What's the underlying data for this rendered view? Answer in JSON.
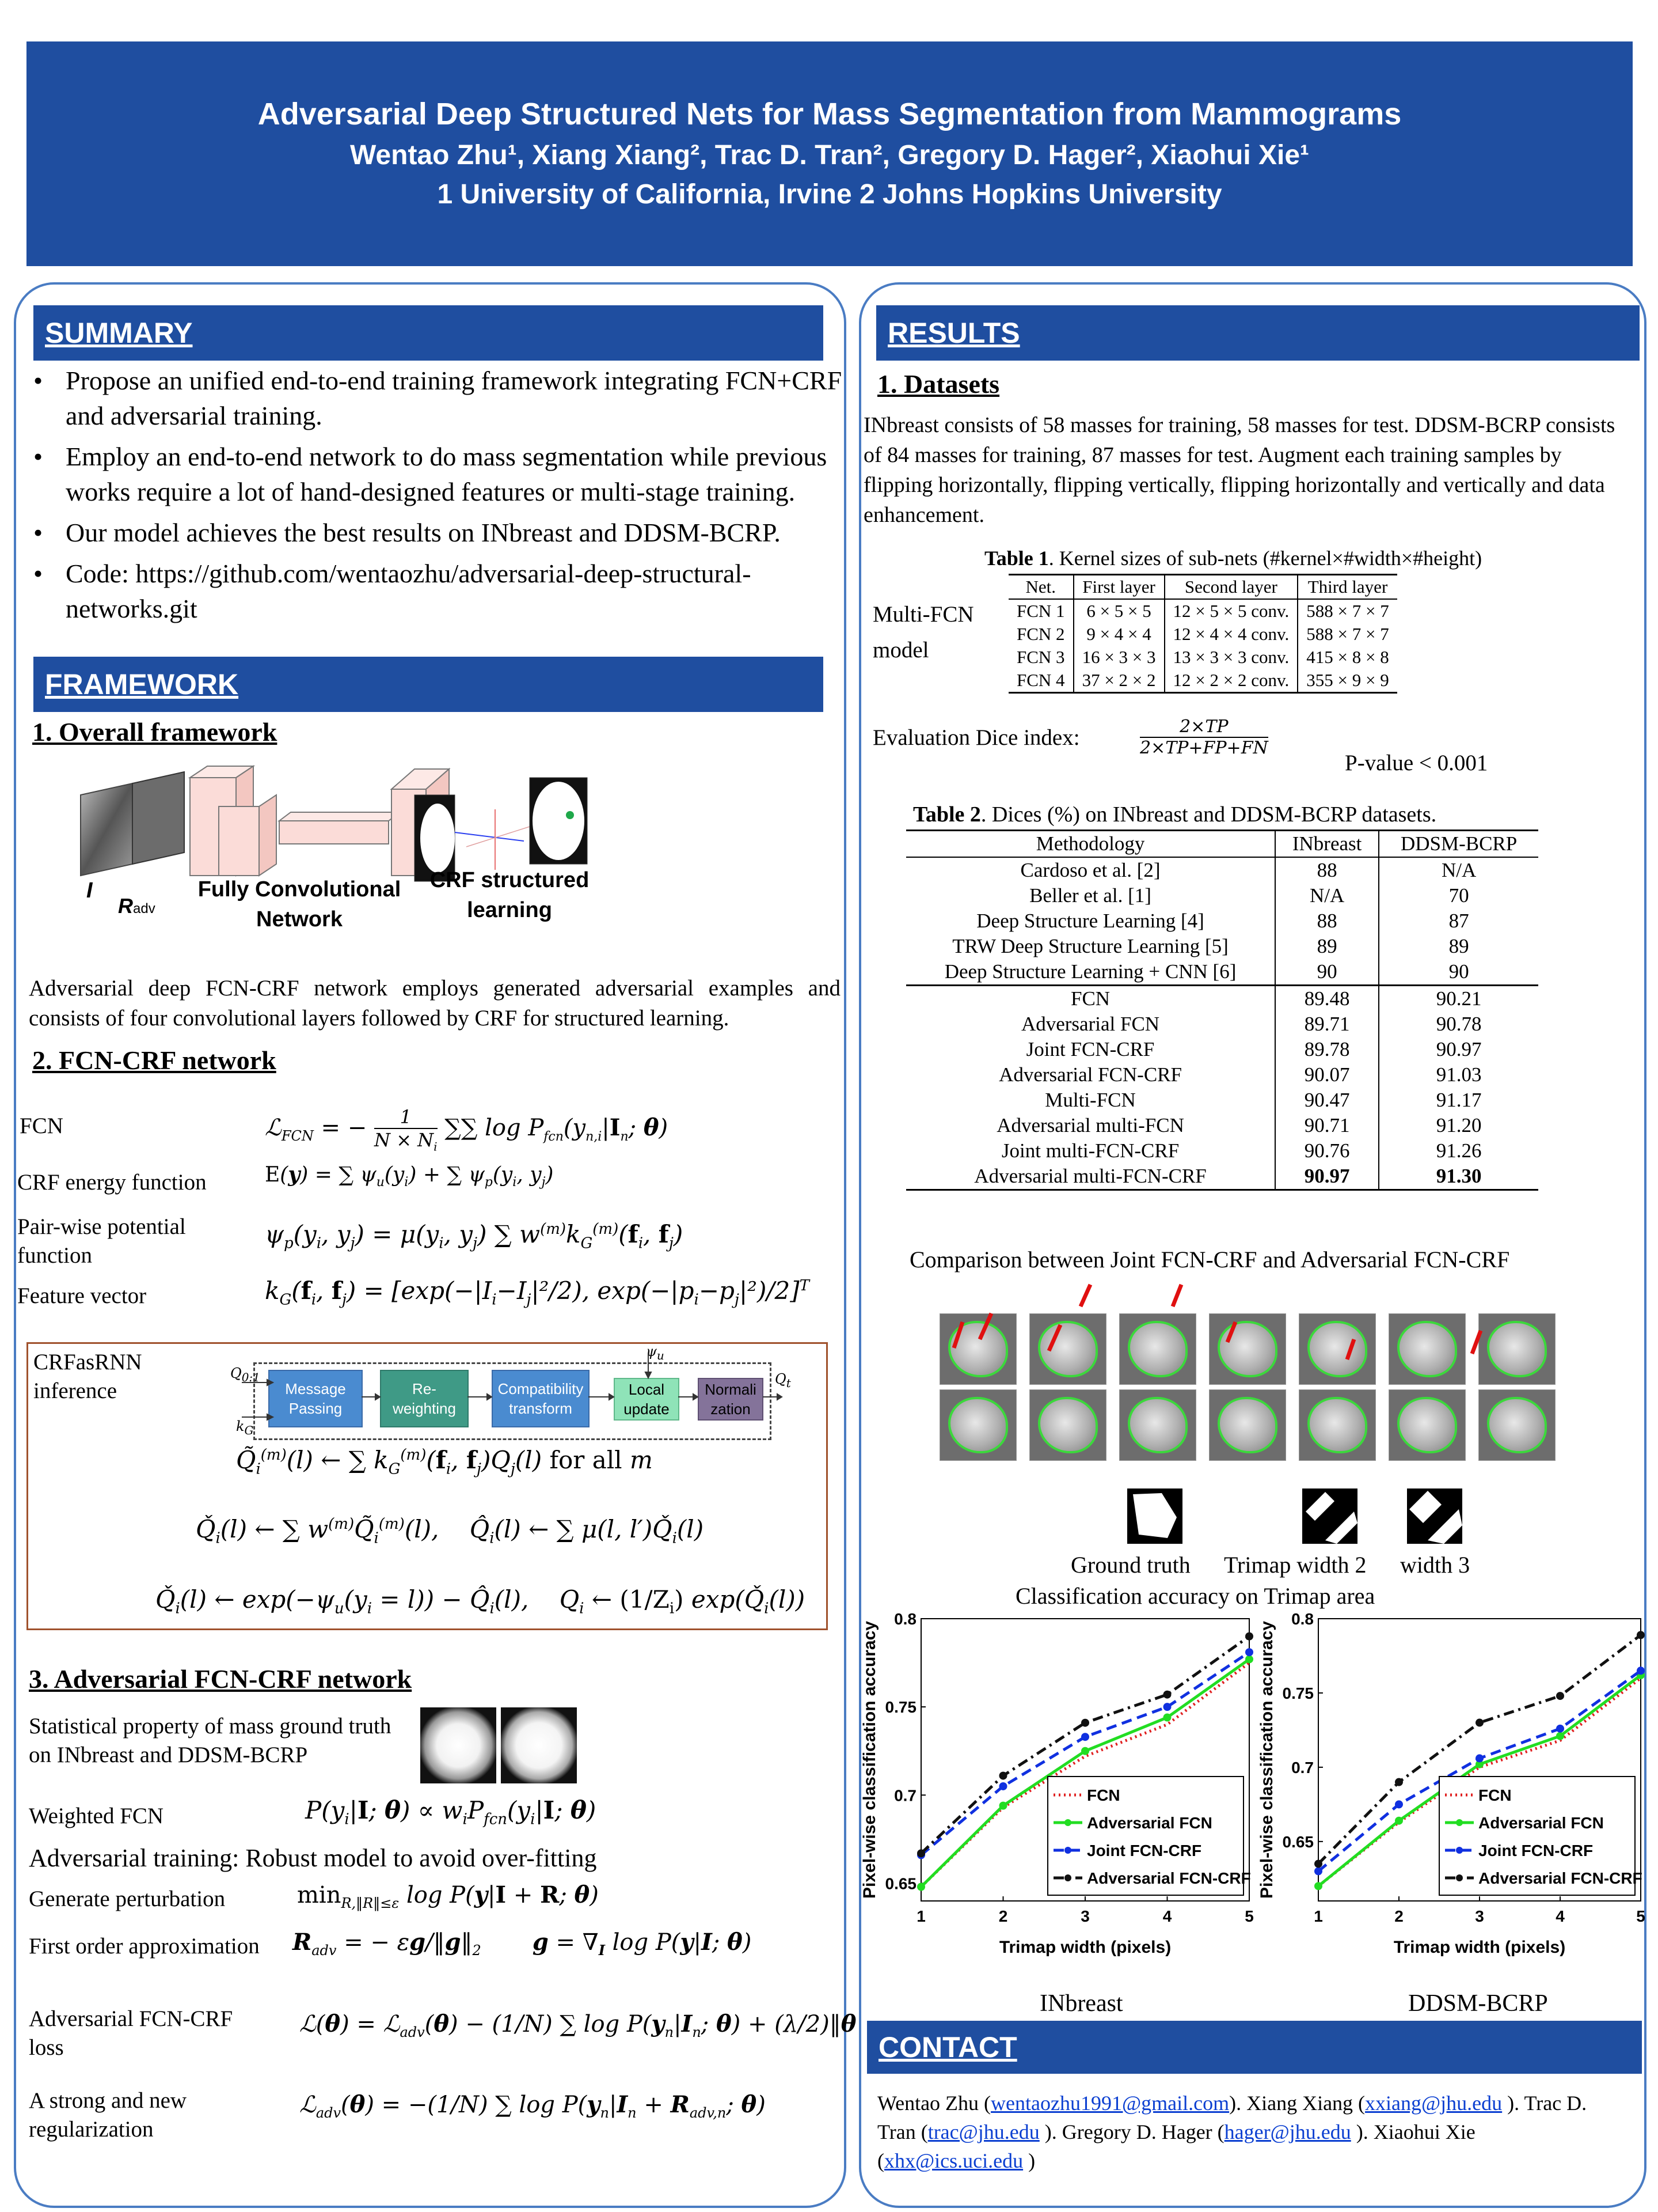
{
  "header": {
    "title": "Adversarial Deep Structured Nets for Mass Segmentation from Mammograms",
    "authors": "Wentao Zhu¹, Xiang Xiang², Trac D. Tran², Gregory D. Hager², Xiaohui Xie¹",
    "affiliations": "1 University of California, Irvine 2 Johns Hopkins University"
  },
  "summary": {
    "heading": "SUMMARY",
    "bullets": [
      "Propose an unified end-to-end training framework integrating FCN+CRF and adversarial training.",
      "Employ an end-to-end network to do mass segmentation while previous works require a lot of hand-designed features or multi-stage training.",
      "Our model achieves the best results on INbreast and DDSM-BCRP.",
      "Code: https://github.com/wentaozhu/adversarial-deep-structural-networks.git"
    ]
  },
  "framework": {
    "heading": "FRAMEWORK",
    "sub1": "1. Overall framework",
    "label_i": "I",
    "label_radv": "R",
    "label_radv_sub": "adv",
    "label_fcn": "Fully Convolutional Network",
    "label_crf": "CRF structured learning",
    "desc": "Adversarial deep FCN-CRF network employs generated adversarial examples and consists of four convolutional layers followed by CRF for structured learning.",
    "sub2": "2. FCN-CRF network",
    "eq_labels": [
      "FCN",
      "CRF energy function",
      "Pair-wise potential function",
      "Feature vector"
    ],
    "crfasrnn_label": "CRFasRNN inference",
    "crf_boxes": [
      "Message Passing",
      "Re-weighting",
      "Compatibility transform",
      "Local update",
      "Normali zation"
    ],
    "sub3": "3. Adversarial FCN-CRF network",
    "stat_text": "Statistical property of mass ground truth on INbreast and  DDSM-BCRP",
    "weighted_fcn": "Weighted FCN",
    "adv_training": "Adversarial training: Robust model to avoid over-fitting",
    "gen_pert": "Generate perturbation",
    "first_order": "First order approximation",
    "adv_loss": "Adversarial FCN-CRF loss",
    "strong_reg": "A strong and new regularization"
  },
  "results": {
    "heading": "RESULTS",
    "sub1": "1. Datasets",
    "datasets_text": "INbreast consists of 58 masses for training, 58 masses for test. DDSM-BCRP consists of 84 masses for training, 87 masses for test. Augment each training samples by flipping horizontally, flipping vertically, flipping horizontally and vertically and data enhancement.",
    "table1_caption_bold": "Table 1",
    "table1_caption": ". Kernel sizes of sub-nets (#kernel×#width×#height)",
    "table1_side": "Multi-FCN model",
    "table1_header": [
      "Net.",
      "First layer",
      "Second layer",
      "Third layer"
    ],
    "table1_rows": [
      [
        "FCN 1",
        "6 × 5 × 5",
        "12 × 5 × 5 conv.",
        "588 × 7 × 7"
      ],
      [
        "FCN 2",
        "9 × 4 × 4",
        "12 × 4 × 4 conv.",
        "588 × 7 × 7"
      ],
      [
        "FCN 3",
        "16 × 3 × 3",
        "13 × 3 × 3 conv.",
        "415 × 8 × 8"
      ],
      [
        "FCN 4",
        "37 × 2 × 2",
        "12 × 2 × 2 conv.",
        "355 × 9 × 9"
      ]
    ],
    "dice_label": "Evaluation Dice index:",
    "pvalue": "P-value < 0.001",
    "table2_caption_bold": "Table 2",
    "table2_caption": ". Dices (%) on INbreast and DDSM-BCRP datasets.",
    "table2_header": [
      "Methodology",
      "INbreast",
      "DDSM-BCRP"
    ],
    "table2_rows_a": [
      [
        "Cardoso et al. [2]",
        "88",
        "N/A"
      ],
      [
        "Beller et al. [1]",
        "N/A",
        "70"
      ],
      [
        "Deep Structure Learning [4]",
        "88",
        "87"
      ],
      [
        "TRW Deep Structure Learning [5]",
        "89",
        "89"
      ],
      [
        "Deep Structure Learning + CNN [6]",
        "90",
        "90"
      ]
    ],
    "table2_rows_b": [
      [
        "FCN",
        "89.48",
        "90.21"
      ],
      [
        "Adversarial FCN",
        "89.71",
        "90.78"
      ],
      [
        "Joint FCN-CRF",
        "89.78",
        "90.97"
      ],
      [
        "Adversarial FCN-CRF",
        "90.07",
        "91.03"
      ],
      [
        "Multi-FCN",
        "90.47",
        "91.17"
      ],
      [
        "Adversarial multi-FCN",
        "90.71",
        "91.20"
      ],
      [
        "Joint multi-FCN-CRF",
        "90.76",
        "91.26"
      ],
      [
        "Adversarial multi-FCN-CRF",
        "90.97",
        "91.30"
      ]
    ],
    "comparison_caption": "Comparison between Joint FCN-CRF and Adversarial FCN-CRF",
    "trimap_labels": [
      "Ground truth",
      "Trimap width 2",
      "width 3"
    ],
    "trimap_caption": "Classification accuracy on Trimap area",
    "chart_names": [
      "INbreast",
      "DDSM-BCRP"
    ]
  },
  "chart_data": [
    {
      "type": "line",
      "title": "",
      "xlabel": "Trimap width (pixels)",
      "ylabel": "Pixel-wise classification accuracy",
      "x": [
        1,
        2,
        3,
        4,
        5
      ],
      "xlim": [
        1,
        5
      ],
      "ylim": [
        0.64,
        0.8
      ],
      "yticks": [
        0.65,
        0.7,
        0.75,
        0.8
      ],
      "legend": "bottom-right",
      "series": [
        {
          "name": "FCN",
          "color": "#e02020",
          "dash": "dotted",
          "values": [
            0.648,
            0.693,
            0.722,
            0.74,
            0.775
          ]
        },
        {
          "name": "Adversarial FCN",
          "color": "#22dd22",
          "dash": "solid",
          "values": [
            0.648,
            0.694,
            0.725,
            0.744,
            0.777
          ]
        },
        {
          "name": "Joint FCN-CRF",
          "color": "#1030e0",
          "dash": "dashed",
          "values": [
            0.666,
            0.705,
            0.733,
            0.75,
            0.781
          ]
        },
        {
          "name": "Adversarial FCN-CRF",
          "color": "#111111",
          "dash": "dashdot",
          "values": [
            0.667,
            0.711,
            0.741,
            0.757,
            0.79
          ]
        }
      ]
    },
    {
      "type": "line",
      "title": "",
      "xlabel": "Trimap width (pixels)",
      "ylabel": "Pixel-wise classification accuracy",
      "x": [
        1,
        2,
        3,
        4,
        5
      ],
      "xlim": [
        1,
        5
      ],
      "ylim": [
        0.61,
        0.8
      ],
      "yticks": [
        0.65,
        0.7,
        0.75,
        0.8
      ],
      "legend": "bottom-right",
      "series": [
        {
          "name": "FCN",
          "color": "#e02020",
          "dash": "dotted",
          "values": [
            0.62,
            0.663,
            0.7,
            0.718,
            0.76
          ]
        },
        {
          "name": "Adversarial FCN",
          "color": "#22dd22",
          "dash": "solid",
          "values": [
            0.62,
            0.664,
            0.702,
            0.721,
            0.762
          ]
        },
        {
          "name": "Joint FCN-CRF",
          "color": "#1030e0",
          "dash": "dashed",
          "values": [
            0.63,
            0.675,
            0.706,
            0.726,
            0.765
          ]
        },
        {
          "name": "Adversarial FCN-CRF",
          "color": "#111111",
          "dash": "dashdot",
          "values": [
            0.635,
            0.69,
            0.73,
            0.748,
            0.789
          ]
        }
      ]
    }
  ],
  "contact": {
    "heading": "CONTACT",
    "p1": "Wentao Zhu (",
    "e1": "wentaozhu1991@gmail.com",
    "p2": "). Xiang Xiang (",
    "e2": "xxiang@jhu.edu",
    "p3": " ). Trac D. Tran (",
    "e3": "trac@jhu.edu",
    "p4": " ). Gregory D. Hager (",
    "e4": "hager@jhu.edu",
    "p5": " ). Xiaohui Xie (",
    "e5": "xhx@ics.uci.edu",
    "p6": " )"
  }
}
